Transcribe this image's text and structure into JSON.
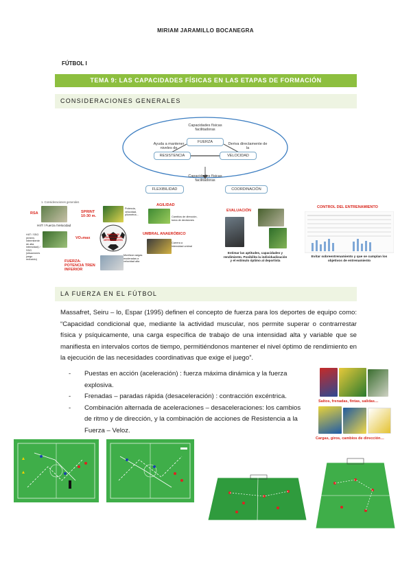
{
  "header": {
    "author": "MIRIAM JARAMILLO BOCANEGRA",
    "subject": "FÚTBOL I"
  },
  "topic": {
    "title": "TEMA 9: LAS CAPACIDADES FÍSICAS EN LAS ETAPAS DE FORMACIÓN"
  },
  "section1": {
    "title": "CONSIDERACIONES GENERALES"
  },
  "diagram": {
    "top_caption": "Capacidades físicas facilitadoras",
    "fuerza": "FUERZA",
    "resistencia": "RESISTENCIA",
    "velocidad": "VELOCIDAD",
    "left_note": "Ayuda a mantener niveles de",
    "right_note": "Deriva directamente de la",
    "bottom_caption": "Capacidades físicas facilitadoras",
    "flexibilidad": "FLEXIBILIDAD",
    "coordinacion": "COORDINACIÓN"
  },
  "collage": {
    "header_note": "1. Consideraciones generales",
    "rsa": "RSA",
    "hit": "HIIT / Fuerza /Velocidad",
    "hit2": "HIIT / SSG (entren. intermitente de alta intensidad) / SSG (situaciones juego reducido)",
    "sprint": "SPRINT 10-30 m.",
    "sprint_note": "Potencia, velocidad, pliometría…",
    "vo2": "VO₂max",
    "center": "VARIABLES CONDICIONALES DETERMINANTES",
    "fuerza_potencia": "FUERZA-POTENCIA TREN INFERIOR",
    "mover_cargas": "Movilizar cargas moderadas a velocidad alta",
    "agilidad": "AGILIDAD",
    "agilidad_note": "Cambios de dirección, toma de decisiones",
    "umbral": "UMBRAL ANAERÓBICO",
    "umbral_note": "Carrera a intensidad umbral",
    "evaluacion": "EVALUACIÓN",
    "evaluacion_note": "Estimar las aptitudes, capacidades y rendimiento. Posibilita la individualización y el estímulo óptimo al deportista"
  },
  "control": {
    "title": "CONTROL DEL ENTRENAMIENTO",
    "note": "Evitar sobreentrenamiento y que se cumplan los objetivos de entrenamiento"
  },
  "section2": {
    "title": "LA FUERZA EN EL FÚTBOL"
  },
  "paragraph": "Massafret, Seiru – lo, Espar (1995) definen el concepto de fuerza para los deportes de equipo como: “Capacidad condicional que, mediante la actividad muscular, nos permite superar o contrarrestar física y psíquicamente, una carga específica de trabajo de una intensidad alta y variable que se manifiesta en intervalos cortos de tiempo, permitiéndonos mantener el nivel óptimo de rendimiento en la ejecución de las necesidades coordinativas que exige el juego”.",
  "bullets": [
    {
      "dash": "-",
      "text": "Puestas en acción (aceleración) : fuerza máxima dinámica y la fuerza explosiva."
    },
    {
      "dash": "-",
      "text": "Frenadas – paradas rápida (desaceleración) : contracción excéntrica."
    },
    {
      "dash": "-",
      "text": "Combinación alternada de aceleraciones – desaceleraciones: los cambios de ritmo y de dirección, y la combinación de acciones de Resistencia a la Fuerza – Veloz."
    }
  ],
  "side_captions": {
    "top": "Saltos, frenadas, fintas, salidas…",
    "bottom": "Cargas, giros, cambios de dirección…"
  },
  "colors": {
    "accent_green": "#8dbf3f",
    "section_bg": "#eef4e2",
    "caption_red": "#d9261c",
    "pitch_green": "#3fae49"
  }
}
